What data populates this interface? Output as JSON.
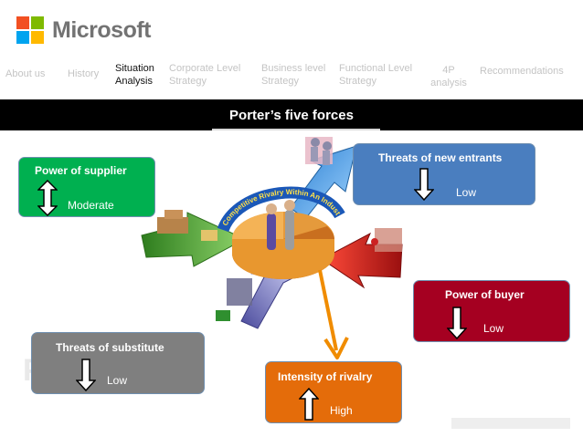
{
  "brand": {
    "name": "Microsoft"
  },
  "nav": [
    {
      "label": "About us"
    },
    {
      "label": "History"
    },
    {
      "label": "Situation Analysis",
      "active": true
    },
    {
      "label": "Corporate Level Strategy"
    },
    {
      "label": "Business level Strategy"
    },
    {
      "label": "Functional Level Strategy"
    },
    {
      "label": "4P analysis"
    },
    {
      "label": "Recommendations"
    }
  ],
  "title": "Porter’s five forces",
  "forces": {
    "supplier": {
      "label": "Power of supplier",
      "value": "Moderate",
      "color": "#00b050",
      "arrow": "up-down"
    },
    "new_entrants": {
      "label": "Threats of new entrants",
      "value": "Low",
      "color": "#4a7ebf",
      "arrow": "down"
    },
    "buyer": {
      "label": "Power of buyer",
      "value": "Low",
      "color": "#a50021",
      "arrow": "down"
    },
    "substitute": {
      "label": "Threats of substitute",
      "value": "Low",
      "color": "#7f7f7f",
      "arrow": "down"
    },
    "rivalry": {
      "label": "Intensity of rivalry",
      "value": "High",
      "color": "#e46c0a",
      "arrow": "up"
    }
  },
  "illustration": {
    "ring_text": "Competitive Rivalry Within An Industry"
  }
}
